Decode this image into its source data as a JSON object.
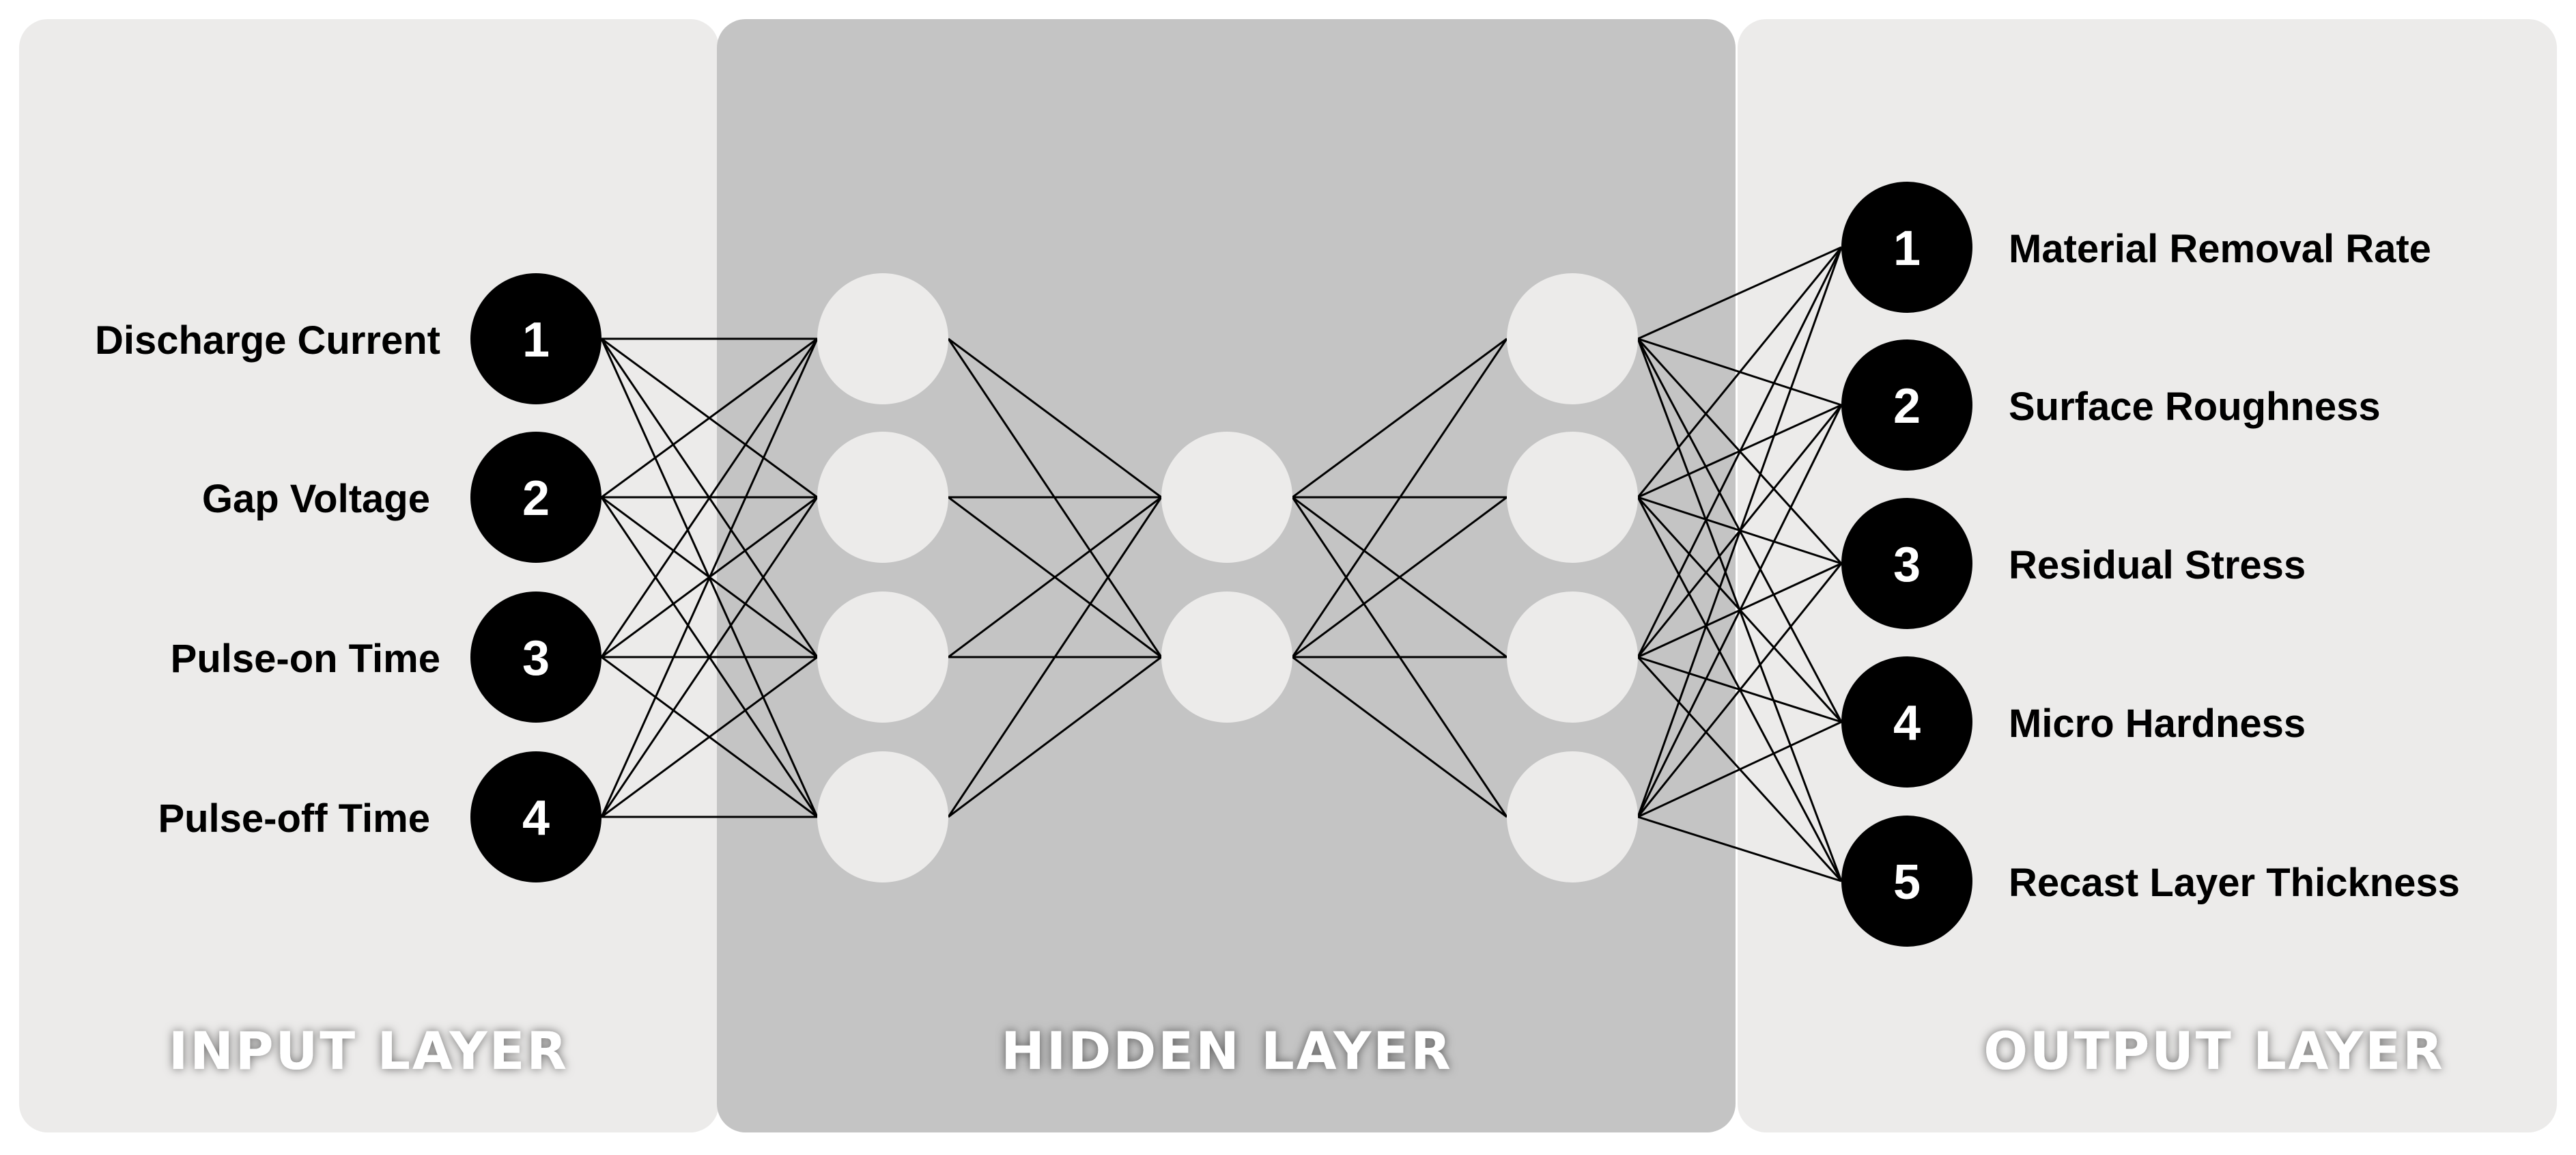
{
  "layers": {
    "input_title": "INPUT LAYER",
    "hidden_title": "HIDDEN LAYER",
    "output_title": "OUTPUT LAYER"
  },
  "inputs": [
    {
      "num": "1",
      "label": "Discharge Current"
    },
    {
      "num": "2",
      "label": "Gap Voltage"
    },
    {
      "num": "3",
      "label": "Pulse-on Time"
    },
    {
      "num": "4",
      "label": "Pulse-off Time"
    }
  ],
  "outputs": [
    {
      "num": "1",
      "label": "Material Removal Rate"
    },
    {
      "num": "2",
      "label": "Surface Roughness"
    },
    {
      "num": "3",
      "label": "Residual Stress"
    },
    {
      "num": "4",
      "label": "Micro Hardness"
    },
    {
      "num": "5",
      "label": "Recast Layer Thickness"
    }
  ],
  "hidden_layer_sizes": [
    4,
    2,
    4
  ],
  "colors": {
    "side_panel": "#ecebea",
    "hidden_panel": "#c4c4c4",
    "hidden_node": "#ecebea",
    "io_node": "#000000",
    "connection": "#000000",
    "title_text": "#ffffff"
  }
}
